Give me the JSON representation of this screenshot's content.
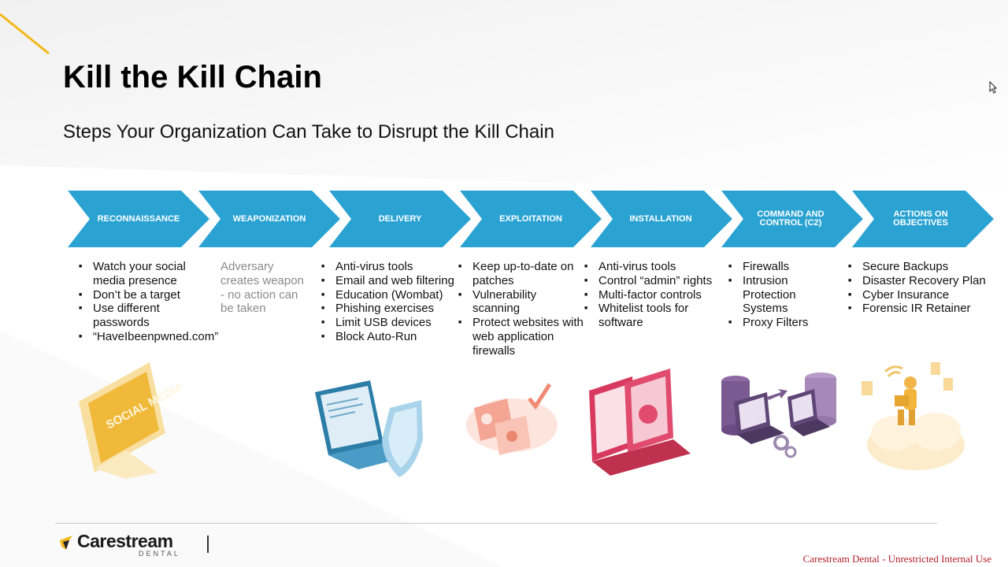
{
  "slide": {
    "title": "Kill the Kill Chain",
    "subtitle": "Steps Your Organization Can Take to Disrupt the Kill Chain"
  },
  "steps": [
    {
      "label": "RECONNAISSANCE",
      "items": [
        "Watch your social media presence",
        "Don’t be a target",
        "Use different passwords",
        "“HaveIbeenpwned.com”"
      ]
    },
    {
      "label": "WEAPONIZATION",
      "note": "Adversary creates weapon - no action can be taken"
    },
    {
      "label": "DELIVERY",
      "items": [
        "Anti-virus tools",
        "Email and web filtering",
        "Education (Wombat)",
        "Phishing exercises",
        "Limit USB devices",
        "Block Auto-Run"
      ]
    },
    {
      "label": "EXPLOITATION",
      "items": [
        "Keep up-to-date on patches",
        "Vulnerability scanning",
        "Protect websites with web application firewalls"
      ]
    },
    {
      "label": "INSTALLATION",
      "items": [
        "Anti-virus tools",
        "Control “admin” rights",
        "Multi-factor controls",
        "Whitelist tools for software"
      ]
    },
    {
      "label": "COMMAND AND CONTROL (C2)",
      "items": [
        "Firewalls",
        "Intrusion Protection Systems",
        "Proxy Filters"
      ]
    },
    {
      "label": "ACTIONS ON OBJECTIVES",
      "items": [
        "Secure Backups",
        "Disaster Recovery Plan",
        "Cyber Insurance",
        "Forensic IR Retainer"
      ]
    }
  ],
  "illustrations": {
    "social_media_text": "SOCIAL MEDIA"
  },
  "footer": {
    "logo_name": "Carestream",
    "logo_sub": "DENTAL",
    "classification": "Carestream Dental - Unrestricted Internal Use"
  },
  "colors": {
    "chevron": "#2aa3d3",
    "accent_line": "#f3b71a",
    "classification": "#b3202a"
  }
}
